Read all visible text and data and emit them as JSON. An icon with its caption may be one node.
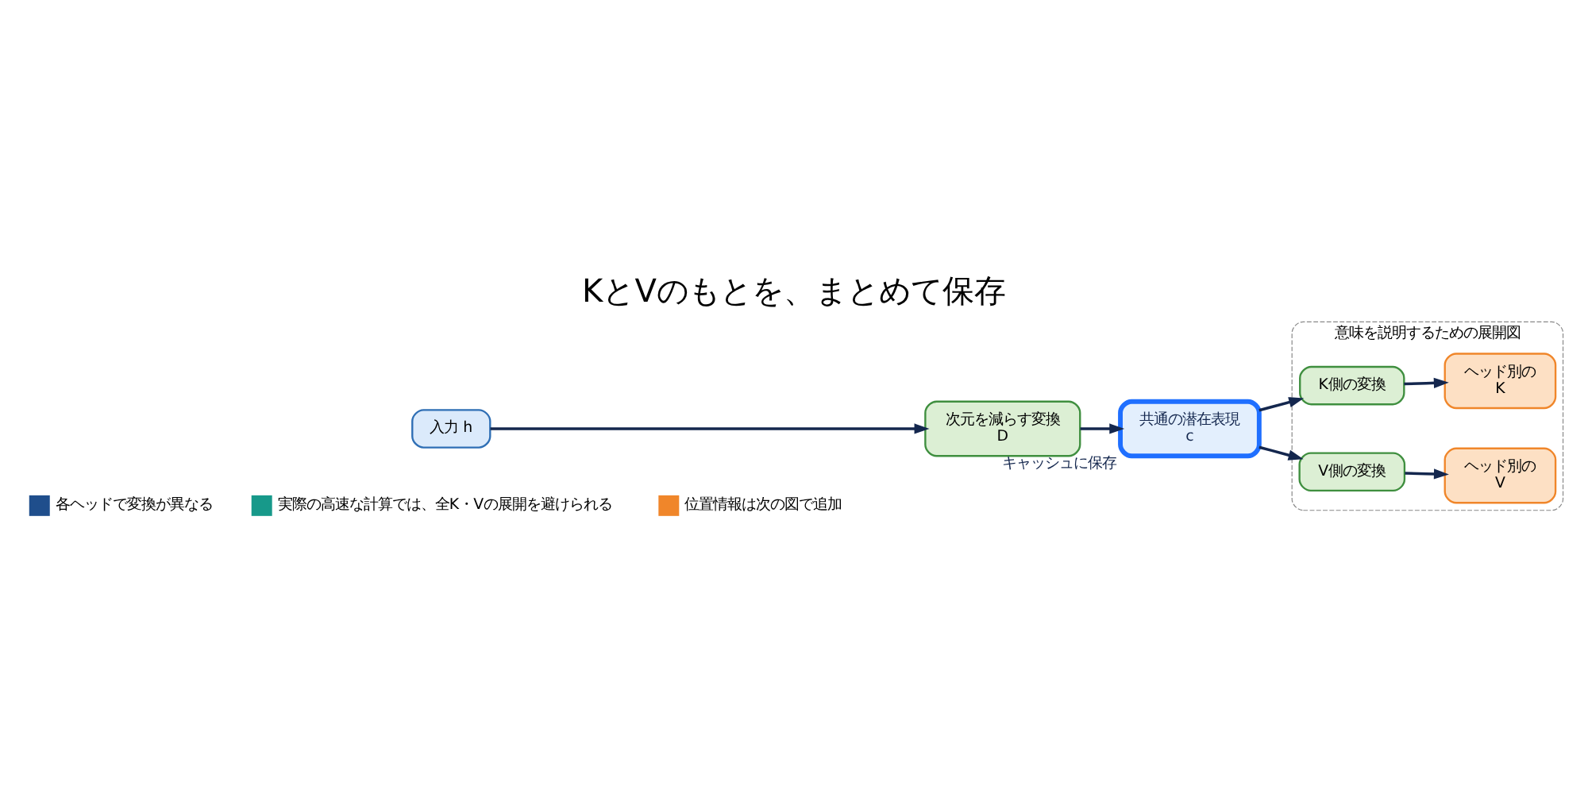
{
  "diagram": {
    "title": "KとVのもとを、まとめて保存",
    "nodes": [
      {
        "text": [
          "入力 h"
        ]
      },
      {
        "text": [
          "次元を減らす変換",
          "D"
        ]
      },
      {
        "text": [
          "共通の潜在表現",
          "c"
        ],
        "beside": [
          "キャッシュに保存"
        ]
      },
      {
        "text": [
          "意味を説明するための展開図"
        ]
      },
      {
        "text": [
          "K側の変換"
        ],
        "in": 3
      },
      {
        "text": [
          "ヘッド別の",
          "K"
        ],
        "in": 3
      },
      {
        "text": [
          "V側の変換"
        ],
        "in": 3
      },
      {
        "text": [
          "ヘッド別の",
          "V"
        ],
        "in": 3
      }
    ],
    "edges": [
      {
        "from": 0,
        "to": 1,
        "arrow": "to"
      },
      {
        "from": 1,
        "to": 2,
        "arrow": "to"
      },
      {
        "from": 2,
        "to": 4,
        "arrow": "to"
      },
      {
        "from": 2,
        "to": 6,
        "arrow": "to"
      },
      {
        "from": 4,
        "to": 5,
        "arrow": "to"
      },
      {
        "from": 6,
        "to": 7,
        "arrow": "to"
      }
    ],
    "legend": [
      {
        "text": "各ヘッドで変換が異なる",
        "color": "#1f4e8c"
      },
      {
        "text": "実際の高速な計算では、全K・Vの展開を避けられる",
        "color": "#17998a"
      },
      {
        "text": "位置情報は次の図で追加",
        "color": "#f0862a"
      }
    ]
  }
}
